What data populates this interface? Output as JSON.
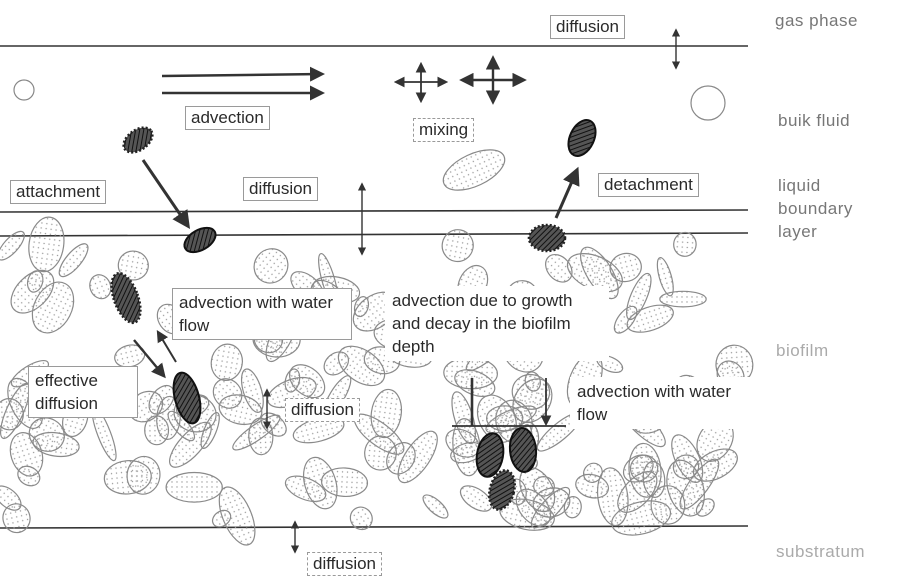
{
  "layers": {
    "gas_phase": "gas phase",
    "bulk_fluid": "buik fluid",
    "boundary_line1": "liquid",
    "boundary_line2": "boundary",
    "boundary_line3": "layer",
    "biofilm": "biofilm",
    "substratum": "substratum"
  },
  "labels": {
    "diffusion_top": "diffusion",
    "advection": "advection",
    "mixing": "mixing",
    "attachment": "attachment",
    "diffusion_boundary": "diffusion",
    "detachment": "detachment",
    "advection_water_1": "advection with water flow",
    "advection_growth": "advection due to growth and decay in the biofilm depth",
    "effective_diffusion": "effective diffusion",
    "diffusion_biofilm": "diffusion",
    "advection_water_2": "advection with water flow",
    "diffusion_bottom": "diffusion"
  },
  "colors": {
    "line": "#333333",
    "cell_outline": "#8a8a8a",
    "cell_dark": "#2b2b2b",
    "label_border": "#9a9a9a"
  }
}
